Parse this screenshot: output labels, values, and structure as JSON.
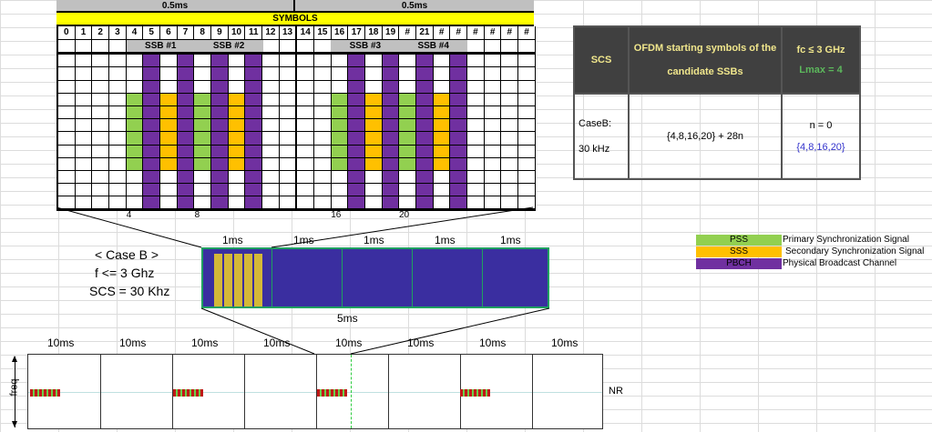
{
  "grid": {
    "half_labels": [
      "0.5ms",
      "0.5ms"
    ],
    "symbols_title": "SYMBOLS",
    "symbol_numbers": [
      "0",
      "1",
      "2",
      "3",
      "4",
      "5",
      "6",
      "7",
      "8",
      "9",
      "10",
      "11",
      "12",
      "13",
      "14",
      "15",
      "16",
      "17",
      "18",
      "19",
      "#",
      "21",
      "#",
      "#",
      "#",
      "#",
      "#",
      "#"
    ],
    "ssb_labels": [
      {
        "label": "SSB #1",
        "start": 4
      },
      {
        "label": "SSB #2",
        "start": 8
      },
      {
        "label": "SSB #3",
        "start": 16
      },
      {
        "label": "SSB #4",
        "start": 20
      }
    ],
    "pss_cols": [
      4,
      8,
      16,
      20
    ],
    "sss_cols": [
      6,
      10,
      18,
      22
    ],
    "pbch_cols": [
      5,
      7,
      9,
      11,
      17,
      19,
      21,
      23
    ],
    "start_labels": [
      "4",
      "8",
      "16",
      "20"
    ]
  },
  "table": {
    "headers": [
      "SCS",
      "OFDM starting symbols of the candidate SSBs",
      "fc ≤ 3 GHz",
      "Lmax = 4"
    ],
    "case": "CaseB:",
    "scs": "30 kHz",
    "formula": "{4,8,16,20} + 28n",
    "n": "n = 0",
    "result": "{4,8,16,20}"
  },
  "legend": [
    {
      "short": "PSS",
      "long": "Primary Synchronization Signal",
      "color": "#92d050"
    },
    {
      "short": "SSS",
      "long": "Secondary Synchronization Signal",
      "color": "#ffc000"
    },
    {
      "short": "PBCH",
      "long": "Physical Broadcast Channel",
      "color": "#7030a0"
    }
  ],
  "case_text": [
    "< Case B >",
    "f <= 3 Ghz",
    "SCS = 30 Khz"
  ],
  "mid": {
    "ms_labels": [
      "1ms",
      "1ms",
      "1ms",
      "1ms",
      "1ms"
    ],
    "total": "5ms"
  },
  "bottom": {
    "frame_labels": [
      "10ms",
      "10ms",
      "10ms",
      "10ms",
      "10ms",
      "10ms",
      "10ms",
      "10ms"
    ],
    "freq": "freq",
    "nr": "NR"
  }
}
